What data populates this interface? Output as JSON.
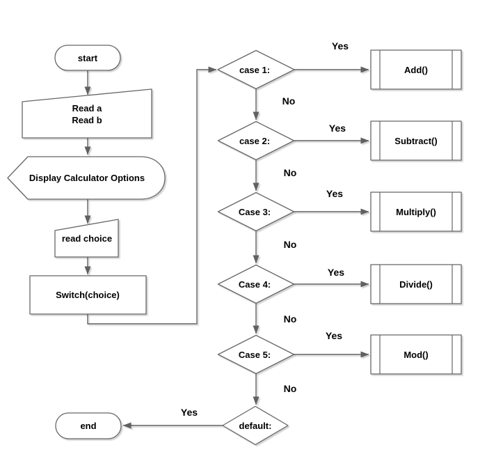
{
  "diagram": {
    "description_colors": {
      "stroke": "#666666",
      "edge": "#616161",
      "fill": "#ffffff",
      "text": "#000000",
      "background": "#ffffff"
    },
    "nodes": {
      "start": {
        "label": "start",
        "type": "terminator"
      },
      "read_inputs": {
        "line1": "Read a",
        "line2": "Read b",
        "type": "manual-input"
      },
      "display_options": {
        "label": "Display Calculator Options",
        "type": "display"
      },
      "read_choice": {
        "label": "read choice",
        "type": "manual-input"
      },
      "switch": {
        "label": "Switch(choice)",
        "type": "process"
      },
      "case1": {
        "label": "case 1:",
        "type": "decision"
      },
      "add": {
        "label": "Add()",
        "type": "predefined-process"
      },
      "case2": {
        "label": "case 2:",
        "type": "decision"
      },
      "subtract": {
        "label": "Subtract()",
        "type": "predefined-process"
      },
      "case3": {
        "label": "Case 3:",
        "type": "decision"
      },
      "multiply": {
        "label": "Multiply()",
        "type": "predefined-process"
      },
      "case4": {
        "label": "Case 4:",
        "type": "decision"
      },
      "divide": {
        "label": "Divide()",
        "type": "predefined-process"
      },
      "case5": {
        "label": "Case 5:",
        "type": "decision"
      },
      "mod": {
        "label": "Mod()",
        "type": "predefined-process"
      },
      "default": {
        "label": "default:",
        "type": "decision"
      },
      "end": {
        "label": "end",
        "type": "terminator"
      }
    },
    "edge_labels": {
      "case1_yes": "Yes",
      "case1_no": "No",
      "case2_yes": "Yes",
      "case2_no": "No",
      "case3_yes": "Yes",
      "case3_no": "No",
      "case4_yes": "Yes",
      "case4_no": "No",
      "case5_yes": "Yes",
      "case5_no": "No",
      "default_yes": "Yes"
    }
  }
}
